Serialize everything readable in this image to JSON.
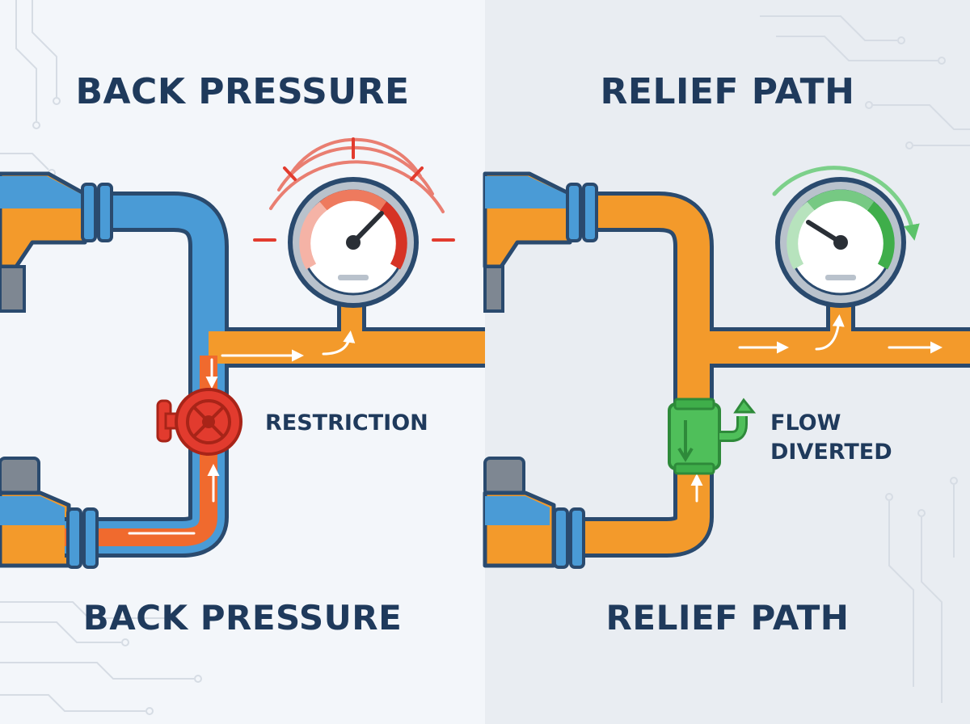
{
  "left_panel": {
    "title_top": "BACK PRESSURE",
    "title_bottom": "BACK PRESSURE",
    "label": "RESTRICTION",
    "gauge_state": "high",
    "accent_color": "#E23B2E"
  },
  "right_panel": {
    "title_top": "RELIEF PATH",
    "title_bottom": "RELIEF PATH",
    "label_line1": "FLOW",
    "label_line2": "DIVERTED",
    "gauge_state": "normal",
    "accent_color": "#3FAE4A"
  },
  "colors": {
    "title_text": "#1F3A5C",
    "pipe_blue": "#4A9BD6",
    "pipe_orange": "#F39A2B",
    "outline": "#2A4A6E",
    "bg_left": "#F3F6FA",
    "bg_right": "#E9EDF2"
  }
}
